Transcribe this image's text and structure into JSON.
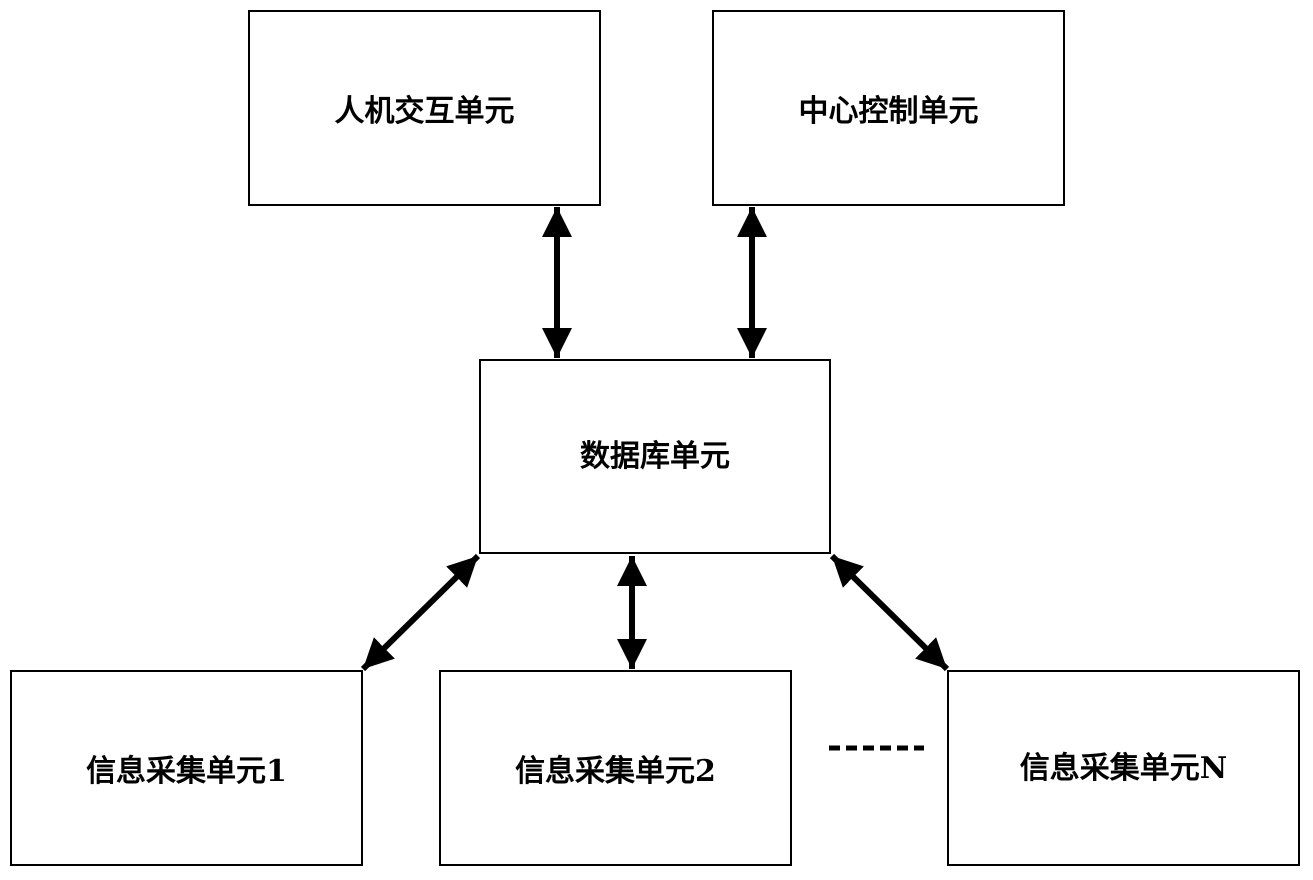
{
  "diagram": {
    "nodes": {
      "hmi_unit": "人机交互单元",
      "central_control_unit": "中心控制单元",
      "database_unit": "数据库单元",
      "collection_unit_1": "信息采集单元1",
      "collection_unit_2": "信息采集单元2",
      "collection_unit_n": "信息采集单元N"
    },
    "edges": [
      {
        "from": "hmi_unit",
        "to": "database_unit",
        "direction": "bidirectional"
      },
      {
        "from": "central_control_unit",
        "to": "database_unit",
        "direction": "bidirectional"
      },
      {
        "from": "database_unit",
        "to": "collection_unit_1",
        "direction": "bidirectional"
      },
      {
        "from": "database_unit",
        "to": "collection_unit_2",
        "direction": "bidirectional"
      },
      {
        "from": "database_unit",
        "to": "collection_unit_n",
        "direction": "bidirectional"
      }
    ],
    "ellipsis": "dashed-line-between-unit-2-and-unit-n",
    "colors": {
      "stroke": "#000000",
      "background": "#ffffff"
    }
  }
}
